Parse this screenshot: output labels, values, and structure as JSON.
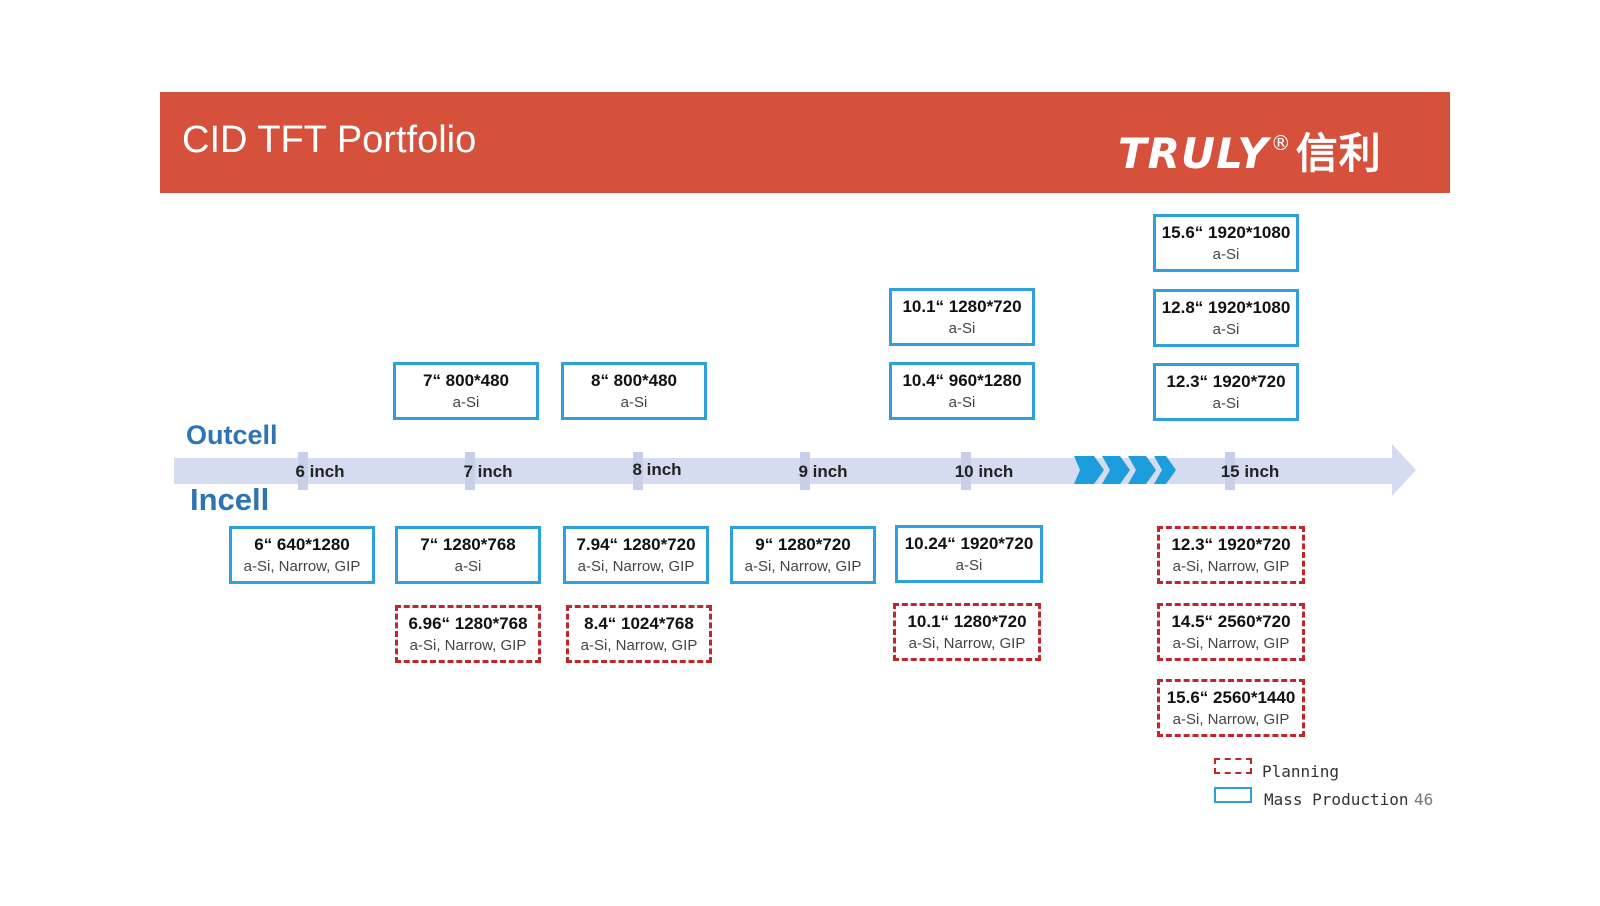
{
  "header": {
    "title": "CID TFT Portfolio",
    "logo_text": "TRULY",
    "logo_reg": "®",
    "logo_cn": "信利"
  },
  "labels": {
    "outcell": "Outcell",
    "incell": "Incell"
  },
  "timeline": {
    "ticks": [
      "6 inch",
      "7 inch",
      "8 inch",
      "9 inch",
      "10 inch",
      "15 inch"
    ]
  },
  "outcell": [
    {
      "title": "7“ 800*480",
      "sub": "a-Si",
      "status": "mass"
    },
    {
      "title": "8“ 800*480",
      "sub": "a-Si",
      "status": "mass"
    },
    {
      "title": "10.1“ 1280*720",
      "sub": "a-Si",
      "status": "mass"
    },
    {
      "title": "10.4“ 960*1280",
      "sub": "a-Si",
      "status": "mass"
    },
    {
      "title": "15.6“ 1920*1080",
      "sub": "a-Si",
      "status": "mass"
    },
    {
      "title": "12.8“ 1920*1080",
      "sub": "a-Si",
      "status": "mass"
    },
    {
      "title": "12.3“ 1920*720",
      "sub": "a-Si",
      "status": "mass"
    }
  ],
  "incell": [
    {
      "title": "6“ 640*1280",
      "sub": "a-Si, Narrow, GIP",
      "status": "mass"
    },
    {
      "title": "7“ 1280*768",
      "sub": "a-Si",
      "status": "mass"
    },
    {
      "title": "7.94“ 1280*720",
      "sub": "a-Si, Narrow, GIP",
      "status": "mass"
    },
    {
      "title": "9“ 1280*720",
      "sub": "a-Si, Narrow, GIP",
      "status": "mass"
    },
    {
      "title": "10.24“ 1920*720",
      "sub": "a-Si",
      "status": "mass"
    },
    {
      "title": "12.3“ 1920*720",
      "sub": "a-Si, Narrow, GIP",
      "status": "planning"
    },
    {
      "title": "6.96“ 1280*768",
      "sub": "a-Si, Narrow, GIP",
      "status": "planning"
    },
    {
      "title": "8.4“ 1024*768",
      "sub": "a-Si, Narrow, GIP",
      "status": "planning"
    },
    {
      "title": "10.1“ 1280*720",
      "sub": "a-Si, Narrow, GIP",
      "status": "planning"
    },
    {
      "title": "14.5“ 2560*720",
      "sub": "a-Si, Narrow, GIP",
      "status": "planning"
    },
    {
      "title": "15.6“ 2560*1440",
      "sub": "a-Si, Narrow, GIP",
      "status": "planning"
    }
  ],
  "legend": {
    "planning": "Planning",
    "mass": "Mass Production"
  },
  "page_number": "46",
  "colors": {
    "header_bg": "#d5513c",
    "mass_border": "#2ea0dc",
    "plan_border": "#c0272d",
    "axis": "#d5dcef",
    "label_blue": "#2e74b5",
    "chevron": "#1d9ddc"
  }
}
